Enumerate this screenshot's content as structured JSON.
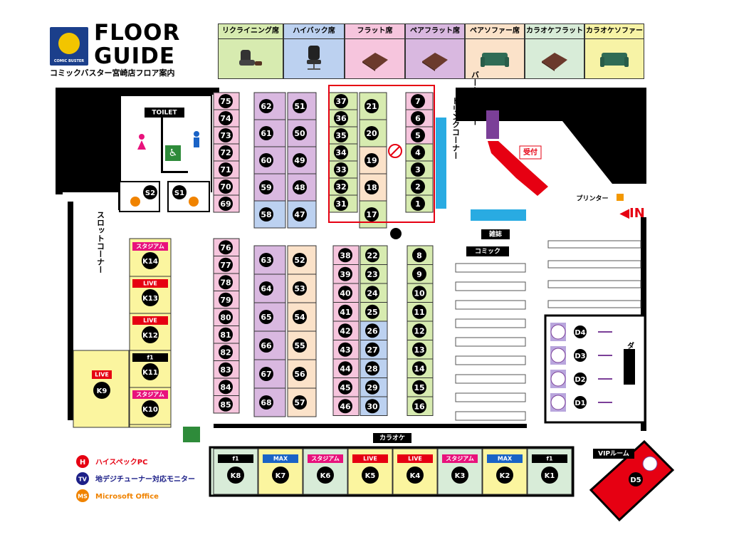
{
  "header": {
    "title_line1": "FLOOR",
    "title_line2": "GUIDE",
    "subtitle": "コミックバスター宮崎店フロア案内",
    "logo_text": "COMIC BUSTER"
  },
  "seat_types": [
    {
      "label": "リクライニング席",
      "color": "#d7ebb0",
      "icon": "recliner-chair-icon"
    },
    {
      "label": "ハイバック席",
      "color": "#bcd1f0",
      "icon": "office-chair-icon"
    },
    {
      "label": "フラット席",
      "color": "#f6c5dd",
      "icon": "flat-mat-icon"
    },
    {
      "label": "ペアフラット席",
      "color": "#d9b8e0",
      "icon": "flat-mat-icon"
    },
    {
      "label": "ペアソファー席",
      "color": "#fbe2c9",
      "icon": "sofa-icon"
    },
    {
      "label": "カラオケフラット",
      "color": "#d8ecd8",
      "icon": "flat-mat-icon"
    },
    {
      "label": "カラオケソファー",
      "color": "#f7f3a6",
      "icon": "sofa-icon"
    }
  ],
  "rooms": {
    "toilet": "TOILET",
    "smoking_s2": "S2",
    "smoking_s1": "S1",
    "slot_corner": "スロットコーナー",
    "drink_corner": "ドリンクコーナー",
    "bar_counter": "バーカウンター",
    "reception": "受付",
    "printer": "プリンター",
    "entrance": "◀IN",
    "magazines": "雑誌",
    "comics": "コミック",
    "darts": "ダーツ",
    "karaoke": "カラオケ",
    "vip_room": "VIPルーム"
  },
  "seats": {
    "col1": [
      "75",
      "74",
      "73",
      "72",
      "71",
      "70",
      "69"
    ],
    "col2": [
      "62",
      "61",
      "60",
      "59",
      "58"
    ],
    "col3": [
      "51",
      "50",
      "49",
      "48",
      "47"
    ],
    "col4": [
      "37",
      "36",
      "35",
      "34",
      "33",
      "32",
      "31"
    ],
    "col5": [
      "21",
      "20",
      "19",
      "18",
      "17"
    ],
    "col6": [
      "7",
      "6",
      "5",
      "4",
      "3",
      "2",
      "1"
    ],
    "col1b": [
      "76",
      "77",
      "78",
      "79",
      "80",
      "81",
      "82",
      "83",
      "84",
      "85"
    ],
    "col2b": [
      "63",
      "64",
      "65",
      "66",
      "67",
      "68"
    ],
    "col3b": [
      "52",
      "53",
      "54",
      "55",
      "56",
      "57"
    ],
    "col4b": [
      "38",
      "39",
      "40",
      "41",
      "42",
      "43",
      "44",
      "45",
      "46"
    ],
    "col5b": [
      "22",
      "23",
      "24",
      "25",
      "26",
      "27",
      "28",
      "29",
      "30"
    ],
    "col6b": [
      "8",
      "9",
      "10",
      "11",
      "12",
      "13",
      "14",
      "15",
      "16"
    ]
  },
  "karaoke_left": [
    {
      "id": "K14",
      "tag": "スタジアム"
    },
    {
      "id": "K13",
      "tag": "LIVE"
    },
    {
      "id": "K12",
      "tag": "LIVE"
    },
    {
      "id": "K11",
      "tag": "f1"
    },
    {
      "id": "K10",
      "tag": "スタジアム"
    }
  ],
  "karaoke_k9": {
    "id": "K9",
    "tag": "LIVE"
  },
  "karaoke_bottom": [
    {
      "id": "K8",
      "tag": "f1"
    },
    {
      "id": "K7",
      "tag": "MAX"
    },
    {
      "id": "K6",
      "tag": "スタジアム"
    },
    {
      "id": "K5",
      "tag": "LIVE"
    },
    {
      "id": "K4",
      "tag": "LIVE"
    },
    {
      "id": "K3",
      "tag": "スタジアム"
    },
    {
      "id": "K2",
      "tag": "MAX"
    },
    {
      "id": "K1",
      "tag": "f1"
    }
  ],
  "darts": [
    "D4",
    "D3",
    "D2",
    "D1"
  ],
  "vip_booth": "D5",
  "legend": [
    {
      "mark": "H",
      "text": "ハイスペックPC",
      "color": "#e60012"
    },
    {
      "mark": "TV",
      "text": "地デジチューナー対応モニター",
      "color": "#1d2088"
    },
    {
      "mark": "MS",
      "text": "Microsoft Office",
      "color": "#f08300"
    }
  ]
}
